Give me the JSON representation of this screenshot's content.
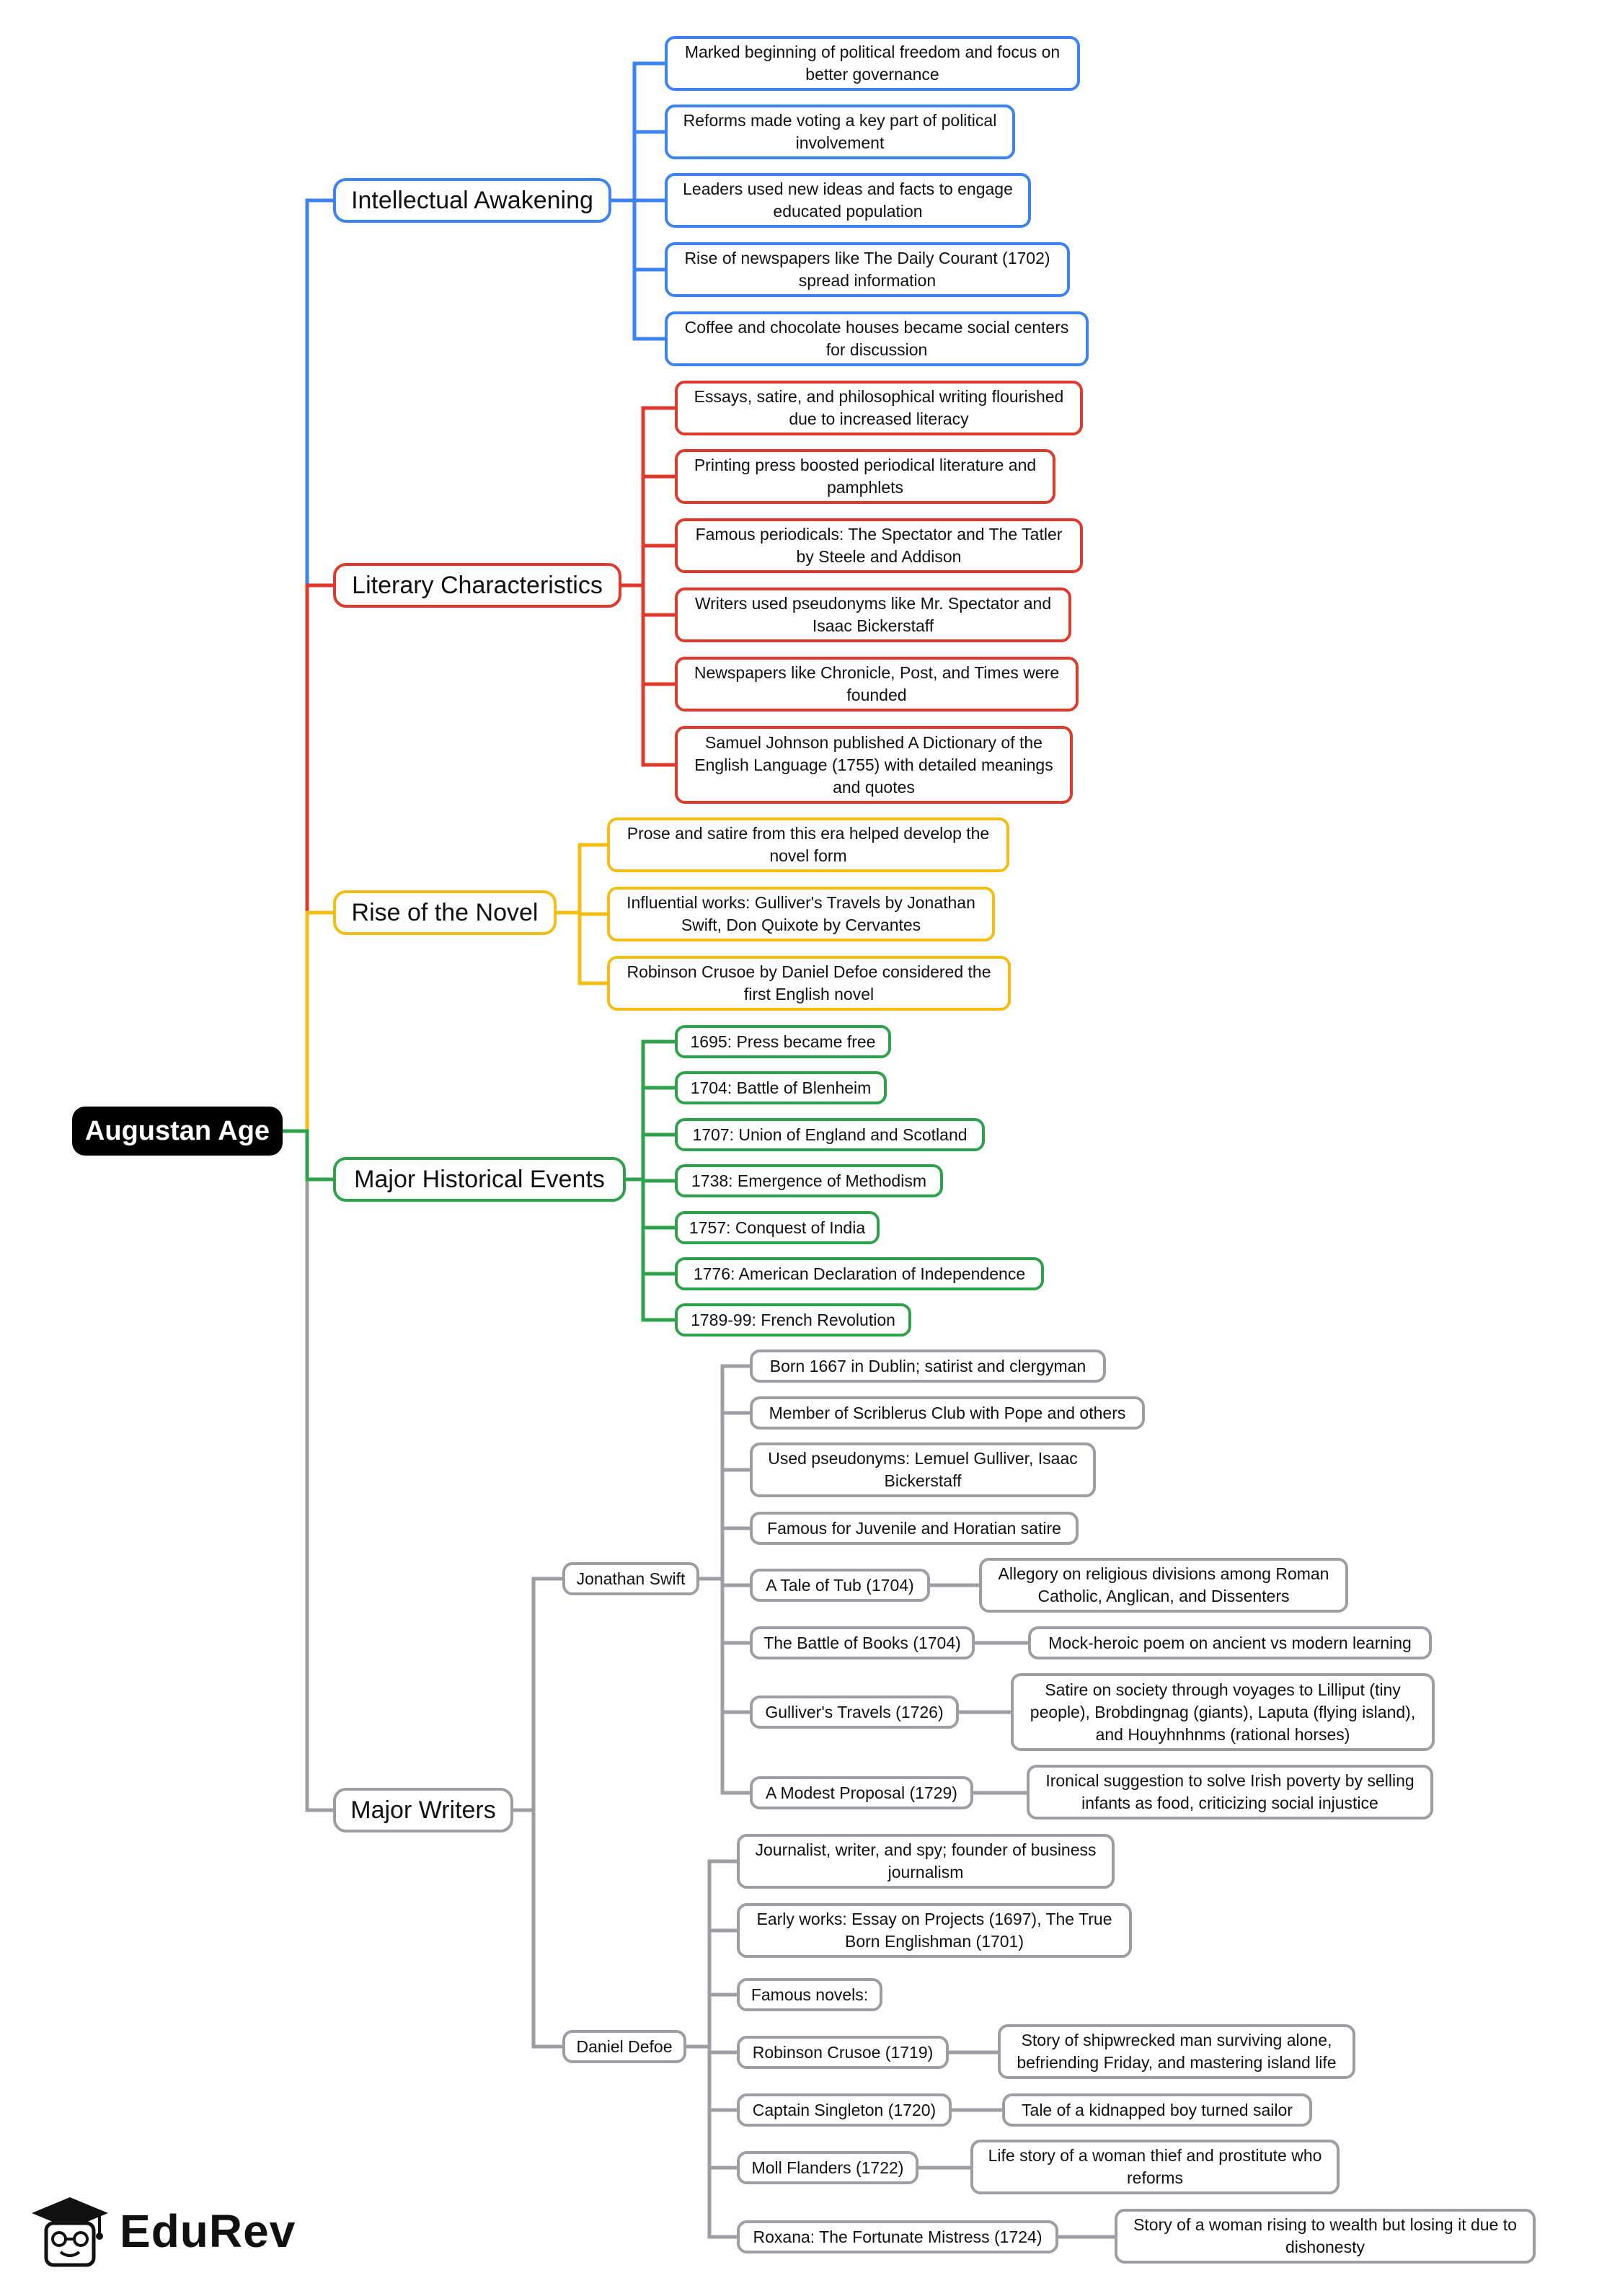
{
  "colors": {
    "intellectual": "#3c82f0",
    "literary": "#e0392c",
    "novel": "#f5bd12",
    "events": "#2ea24a",
    "writers": "#9c9ea3"
  },
  "root": {
    "label": "Augustan Age"
  },
  "intellectual": {
    "label": "Intellectual Awakening",
    "items": [
      "Marked beginning of political freedom and focus on\nbetter governance",
      "Reforms made voting a key part of political\ninvolvement",
      "Leaders used new ideas and facts to engage\neducated population",
      "Rise of newspapers like The Daily Courant (1702)\nspread information",
      "Coffee and chocolate houses became social centers\nfor discussion"
    ]
  },
  "literary": {
    "label": "Literary Characteristics",
    "items": [
      "Essays, satire, and philosophical writing flourished\ndue to increased literacy",
      "Printing press boosted periodical literature and\npamphlets",
      "Famous periodicals: The Spectator and The Tatler\nby Steele and Addison",
      "Writers used pseudonyms like Mr. Spectator and\nIsaac Bickerstaff",
      "Newspapers like Chronicle, Post, and Times were\nfounded",
      "Samuel Johnson published A Dictionary of the\nEnglish Language (1755) with detailed meanings\nand quotes"
    ]
  },
  "novel": {
    "label": "Rise of the Novel",
    "items": [
      "Prose and satire from this era helped develop the\nnovel form",
      "Influential works: Gulliver's Travels by Jonathan\nSwift, Don Quixote by Cervantes",
      "Robinson Crusoe by Daniel Defoe considered the\nfirst English novel"
    ]
  },
  "events": {
    "label": "Major Historical Events",
    "items": [
      "1695: Press became free",
      "1704: Battle of Blenheim",
      "1707: Union of England and Scotland",
      "1738: Emergence of Methodism",
      "1757: Conquest of India",
      "1776: American Declaration of Independence",
      "1789-99: French Revolution"
    ]
  },
  "writers": {
    "label": "Major Writers",
    "swift": {
      "label": "Jonathan Swift",
      "items": [
        {
          "text": "Born 1667 in Dublin; satirist and clergyman"
        },
        {
          "text": "Member of Scriblerus Club with Pope and others"
        },
        {
          "text": "Used pseudonyms: Lemuel Gulliver, Isaac\nBickerstaff"
        },
        {
          "text": "Famous for Juvenile and Horatian satire"
        },
        {
          "text": "A Tale of Tub (1704)",
          "detail": "Allegory on religious divisions among Roman\nCatholic, Anglican, and Dissenters"
        },
        {
          "text": "The Battle of Books (1704)",
          "detail": "Mock-heroic poem on ancient vs modern learning"
        },
        {
          "text": "Gulliver's Travels (1726)",
          "detail": "Satire on society through voyages to Lilliput (tiny\npeople), Brobdingnag (giants), Laputa (flying island),\nand Houyhnhnms (rational horses)"
        },
        {
          "text": "A Modest Proposal (1729)",
          "detail": "Ironical suggestion to solve Irish poverty by selling\ninfants as food, criticizing social injustice"
        }
      ]
    },
    "defoe": {
      "label": "Daniel Defoe",
      "items": [
        {
          "text": "Journalist, writer, and spy; founder of business\njournalism"
        },
        {
          "text": "Early works: Essay on Projects (1697), The True\nBorn Englishman (1701)"
        },
        {
          "text": "Famous novels:"
        },
        {
          "text": "Robinson Crusoe (1719)",
          "detail": "Story of shipwrecked man surviving alone,\nbefriending Friday, and mastering island life"
        },
        {
          "text": "Captain Singleton (1720)",
          "detail": "Tale of a kidnapped boy turned sailor"
        },
        {
          "text": "Moll Flanders (1722)",
          "detail": "Life story of a woman thief and prostitute who\nreforms"
        },
        {
          "text": "Roxana: The Fortunate Mistress (1724)",
          "detail": "Story of a woman rising to wealth but losing it due to\ndishonesty"
        }
      ]
    }
  },
  "brand": {
    "name": "EduRev"
  }
}
